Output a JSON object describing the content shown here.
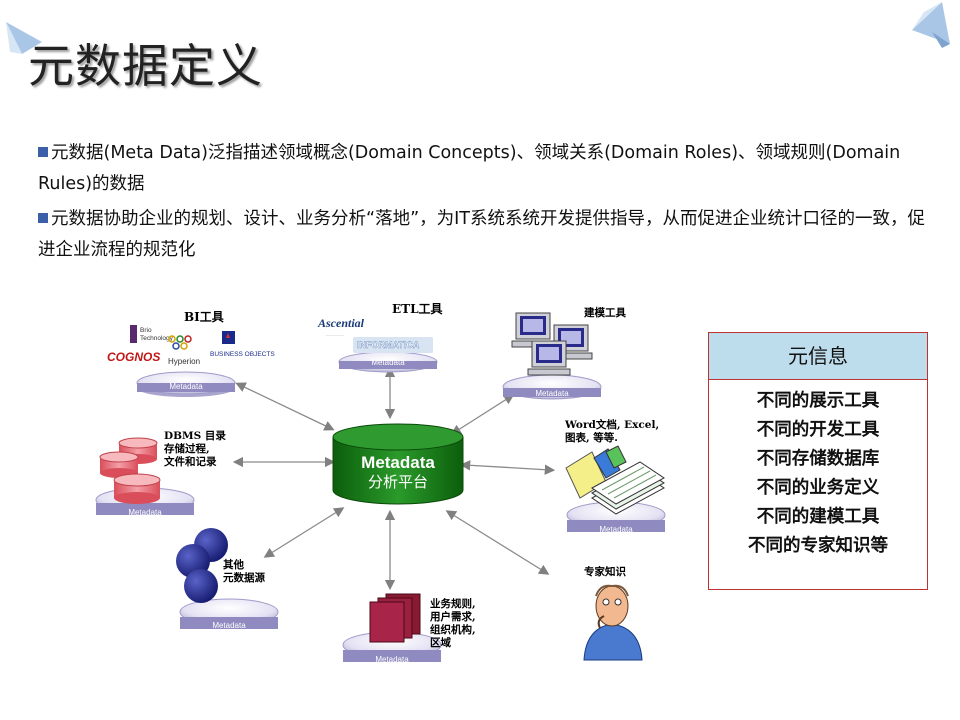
{
  "slide": {
    "title": "元数据定义",
    "paragraphs": [
      "元数据(Meta Data)泛指描述领域概念(Domain Concepts)、领域关系(Domain Roles)、领域规则(Domain Rules)的数据",
      "元数据协助企业的规划、设计、业务分析“落地”，为IT系统系统开发提供指导，从而促进企业统计口径的一致，促进企业流程的规范化"
    ]
  },
  "diagram": {
    "hub": {
      "title": "Metadata",
      "subtitle": "分析平台"
    },
    "platform_label": "Metadata",
    "nodes": {
      "bi": {
        "label": "BI工具",
        "logos": [
          "Brio Technology",
          "Hyperion",
          "COGNOS",
          "BUSINESS OBJECTS"
        ]
      },
      "etl": {
        "label": "ETL工具",
        "logos": [
          "Ascential",
          "INFORMATICA"
        ]
      },
      "modeling": {
        "label": "建模工具"
      },
      "dbms": {
        "label_lines": [
          "DBMS 目录",
          "存储过程,",
          "文件和记录"
        ]
      },
      "docs": {
        "label_lines": [
          "Word文档, Excel,",
          "图表, 等等."
        ]
      },
      "other": {
        "label_lines": [
          "其他",
          "元数据源"
        ]
      },
      "business": {
        "label_lines": [
          "业务规则,",
          "用户需求,",
          "组织机构,",
          "区域"
        ]
      },
      "expert": {
        "label": "专家知识"
      }
    }
  },
  "info_panel": {
    "header": "元信息",
    "items": [
      "不同的展示工具",
      "不同的开发工具",
      "不同存储数据库",
      "不同的业务定义",
      "不同的建模工具",
      "不同的专家知识等"
    ]
  },
  "colors": {
    "accent": "#3b5fa8",
    "hub_green": "#1a7a1a",
    "panel_header": "#bddcec",
    "panel_border": "#b33333"
  }
}
